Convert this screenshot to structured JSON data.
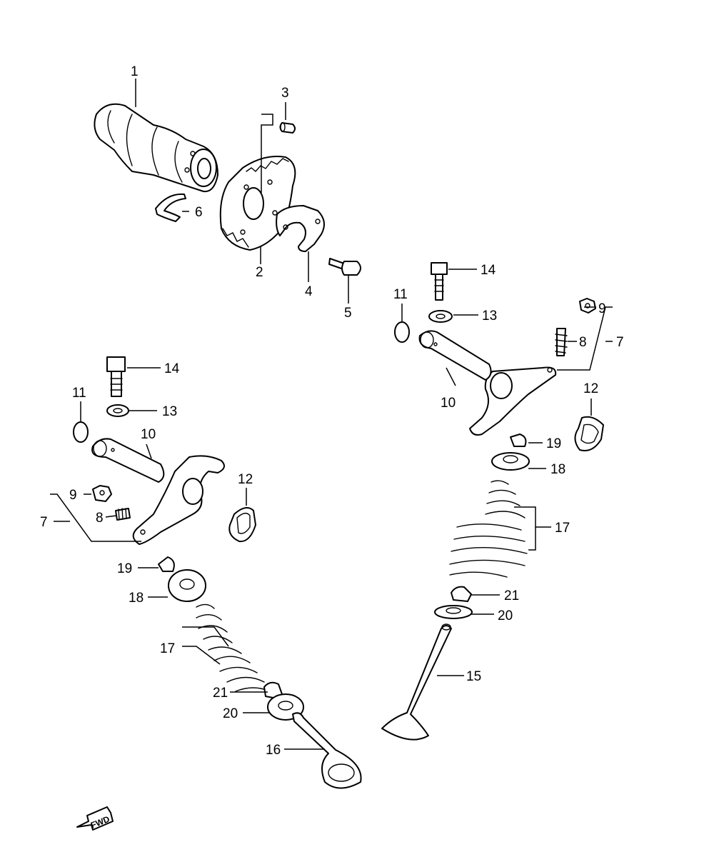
{
  "callouts": {
    "c1": "1",
    "c2": "2",
    "c3": "3",
    "c4": "4",
    "c5": "5",
    "c6": "6",
    "c7": "7",
    "c8": "8",
    "c9": "9",
    "c10": "10",
    "c11": "11",
    "c12": "12",
    "c13": "13",
    "c14": "14",
    "c15": "15",
    "c16": "16",
    "c17": "17",
    "c18": "18",
    "c19": "19",
    "c20": "20",
    "c21": "21"
  },
  "fwd_label": "FWD",
  "colors": {
    "line": "#000000",
    "background": "#ffffff"
  }
}
